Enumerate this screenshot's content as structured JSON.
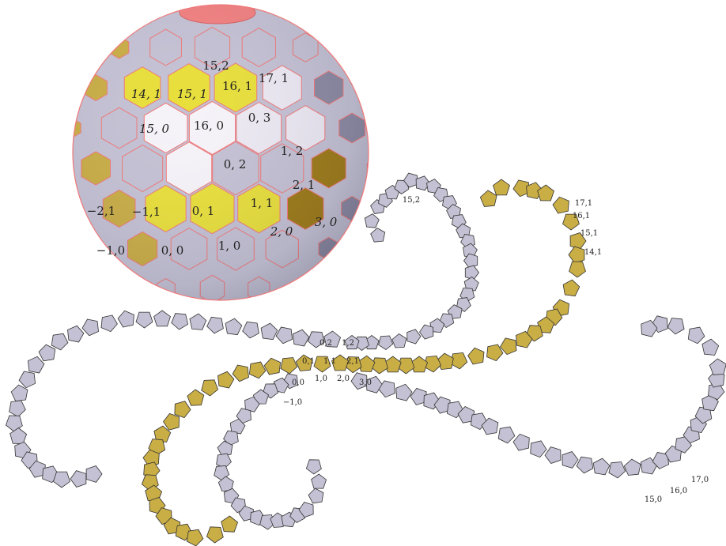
{
  "colors": {
    "background": "#ffffff",
    "gray_cell": "#c3c1d3",
    "light_cell": "#ece9f3",
    "white_cell": "#f5f3f8",
    "yellow_cell": "#e8df3b",
    "gold_cell": "#c9ad45",
    "dark_gold": "#9e7b17",
    "dark_gray": "#8c8aa2",
    "cap_pink": "#f28080",
    "edge_pink": "#f07878",
    "chain_stroke": "#333333"
  },
  "sphere": {
    "labels": [
      {
        "text": "15,2",
        "style": "normal"
      },
      {
        "text": "14, 1",
        "style": "italic"
      },
      {
        "text": "15, 1",
        "style": "italic"
      },
      {
        "text": "16, 1",
        "style": "normal"
      },
      {
        "text": "17, 1",
        "style": "normal"
      },
      {
        "text": "15, 0",
        "style": "italic"
      },
      {
        "text": "16, 0",
        "style": "normal"
      },
      {
        "text": "0, 3",
        "style": "normal"
      },
      {
        "text": "0, 2",
        "style": "normal"
      },
      {
        "text": "1, 2",
        "style": "normal"
      },
      {
        "text": "2, 1",
        "style": "normal"
      },
      {
        "text": "−2,1",
        "style": "normal"
      },
      {
        "text": "−1,1",
        "style": "normal"
      },
      {
        "text": "0, 1",
        "style": "normal"
      },
      {
        "text": "1, 1",
        "style": "normal"
      },
      {
        "text": "2, 0",
        "style": "italic"
      },
      {
        "text": "3, 0",
        "style": "italic"
      },
      {
        "text": "−1,0",
        "style": "normal"
      },
      {
        "text": "0, 0",
        "style": "normal"
      },
      {
        "text": "1, 0",
        "style": "normal"
      }
    ]
  },
  "chains": {
    "labels": [
      {
        "text": "15,2"
      },
      {
        "text": "17,1"
      },
      {
        "text": "16,1"
      },
      {
        "text": "15,1"
      },
      {
        "text": "14,1"
      },
      {
        "text": "0,2"
      },
      {
        "text": "1,2"
      },
      {
        "text": "0,1"
      },
      {
        "text": "1,1"
      },
      {
        "text": "2,1"
      },
      {
        "text": "0,0"
      },
      {
        "text": "1,0"
      },
      {
        "text": "2,0"
      },
      {
        "text": "3,0"
      },
      {
        "text": "−1,0"
      },
      {
        "text": "17,0"
      },
      {
        "text": "16,0"
      },
      {
        "text": "15,0"
      }
    ]
  }
}
